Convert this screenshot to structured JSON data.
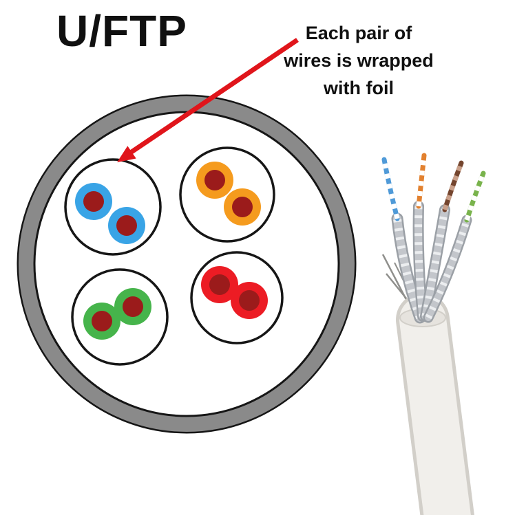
{
  "title": "U/FTP",
  "annotation": {
    "line1": "Each pair of",
    "line2": "wires is wrapped",
    "line3": "with foil"
  },
  "colors": {
    "text": "#101010",
    "arrow_red": "#e0151b",
    "outline_black": "#161616",
    "jacket_gray": "#8a8a8a",
    "conductor_dark_red": "#9b1b1b",
    "pair_blue": "#39a4e6",
    "pair_orange": "#f59b1e",
    "pair_green": "#46b44b",
    "pair_red": "#ec1c24",
    "photo_cable_white": "#f1efeb",
    "photo_cable_edge": "#d2cfc9",
    "photo_opening": "#e6e3de",
    "photo_foil_dark": "#9ba0a6",
    "photo_foil": "#c3c6cb",
    "photo_foil_light": "#eceef0",
    "photo_strand_gray": "#8f8f8c",
    "photo_wire_blue": "#4f9ad8",
    "photo_wire_orange": "#e2812f",
    "photo_wire_brown": "#74452e",
    "photo_wire_brown_stripe": "#c9a08a",
    "photo_wire_green": "#79b34c",
    "photo_wire_white": "#ffffff"
  },
  "cross_section": {
    "pair_count": 4,
    "pairs": [
      {
        "position": "top-left",
        "wire_color": "blue"
      },
      {
        "position": "top-right",
        "wire_color": "orange"
      },
      {
        "position": "bottom-left",
        "wire_color": "green"
      },
      {
        "position": "bottom-right",
        "wire_color": "red"
      }
    ],
    "conductor_color": "dark red",
    "jacket_color": "gray"
  },
  "photo": {
    "description": "white cable end with four foil-wrapped twisted pairs fanned out",
    "wire_tip_colors": [
      "blue",
      "orange",
      "brown",
      "green"
    ]
  }
}
